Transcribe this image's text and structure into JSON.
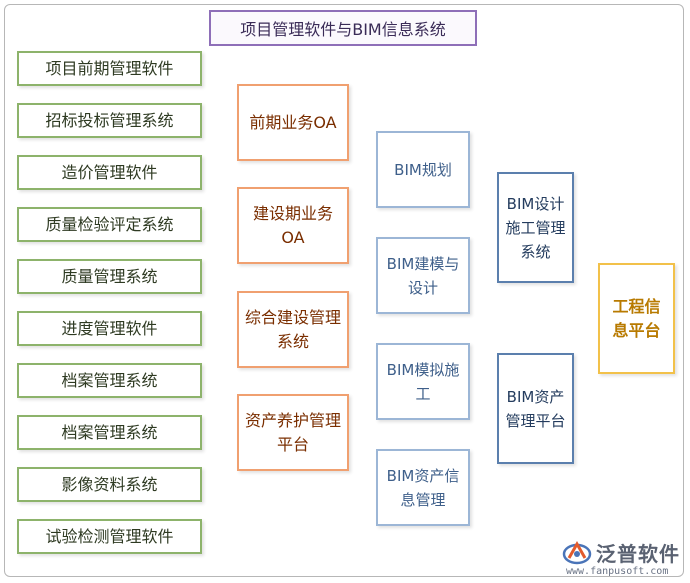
{
  "title": "项目管理软件与BIM信息系统",
  "column1": [
    "项目前期管理软件",
    "招标投标管理系统",
    "造价管理软件",
    "质量检验评定系统",
    "质量管理系统",
    "进度管理软件",
    "档案管理系统",
    "档案管理系统",
    "影像资料系统",
    "试验检测管理软件"
  ],
  "column2": [
    "前期业务OA",
    "建设期业务OA",
    "综合建设管理系统",
    "资产养护管理平台"
  ],
  "column3": [
    "BIM规划",
    "BIM建模与设计",
    "BIM模拟施工",
    "BIM资产信息管理"
  ],
  "column4": [
    "BIM设计施工管理系统",
    "BIM资产管理平台"
  ],
  "column5": "工程信息平台",
  "logo": {
    "name": "泛普软件",
    "url": "www.fanpusoft.com"
  },
  "colors": {
    "green": "#8db36b",
    "orange": "#f0a070",
    "blue": "#9cb6d6",
    "navy": "#5b7fad",
    "gold": "#f2c14a",
    "title_border": "#8e6fb8"
  }
}
